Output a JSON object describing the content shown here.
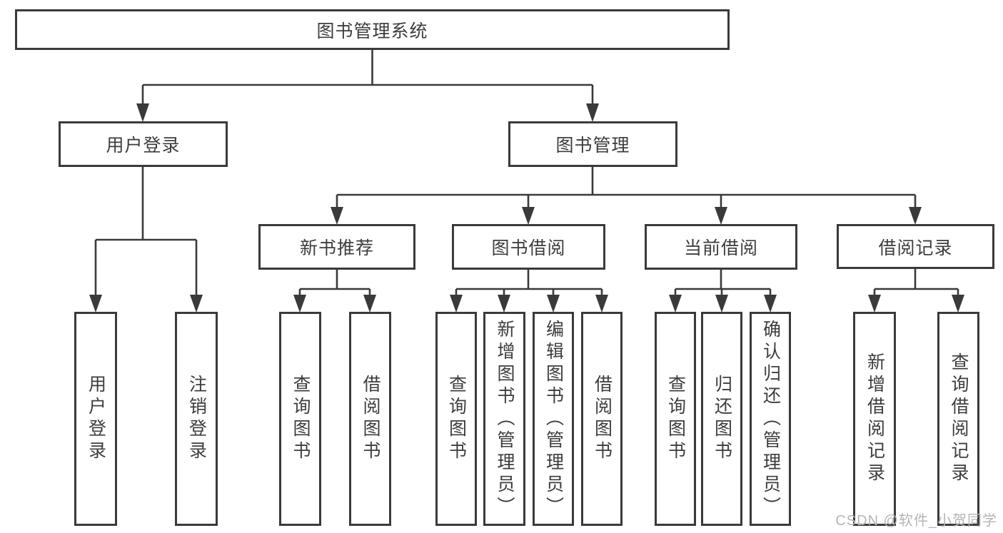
{
  "tree": {
    "root": {
      "label": "图书管理系统",
      "children": [
        {
          "label": "用户登录",
          "children": [
            {
              "label": "用户登录"
            },
            {
              "label": "注销登录"
            }
          ]
        },
        {
          "label": "图书管理",
          "children": [
            {
              "label": "新书推荐",
              "children": [
                {
                  "label": "查询图书"
                },
                {
                  "label": "借阅图书"
                }
              ]
            },
            {
              "label": "图书借阅",
              "children": [
                {
                  "label": "查询图书"
                },
                {
                  "label": "新增图书（管理员）"
                },
                {
                  "label": "编辑图书（管理员）"
                },
                {
                  "label": "借阅图书"
                }
              ]
            },
            {
              "label": "当前借阅",
              "children": [
                {
                  "label": "查询图书"
                },
                {
                  "label": "归还图书"
                },
                {
                  "label": "确认归还（管理员）"
                }
              ]
            },
            {
              "label": "借阅记录",
              "children": [
                {
                  "label": "新增借阅记录"
                },
                {
                  "label": "查询借阅记录"
                }
              ]
            }
          ]
        }
      ]
    }
  },
  "watermark": {
    "text": "CSDN @软件_小贺同学"
  },
  "colors": {
    "line": "#3a3a3a",
    "text": "#3d3d3d",
    "background": "#ffffff",
    "watermark": "#b5b5b5"
  }
}
